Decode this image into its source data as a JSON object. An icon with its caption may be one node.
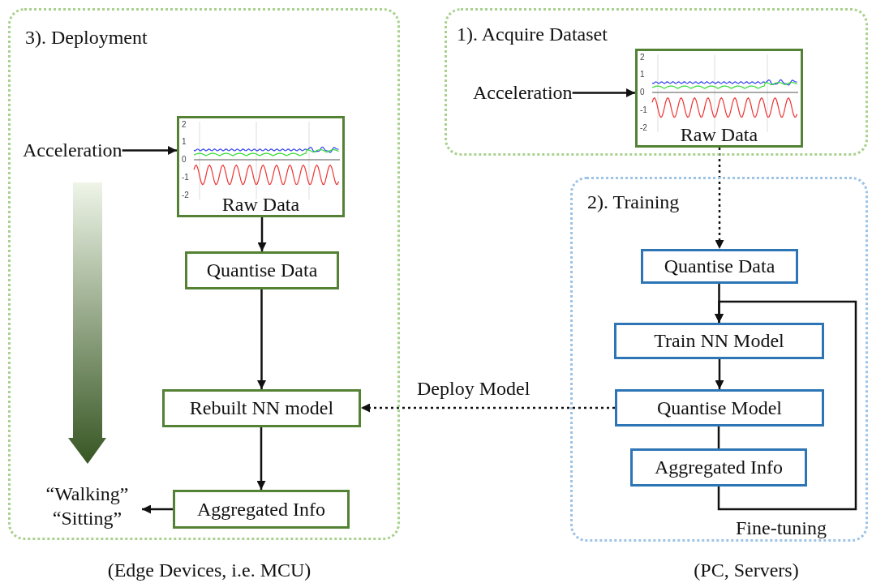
{
  "diagram": {
    "nodes": [
      {
        "text": [
          "3). Deployment"
        ],
        "beside": [
          "(Edge Devices, i.e. MCU)"
        ]
      },
      {
        "text": [
          "Acceleration"
        ],
        "in": 0
      },
      {
        "text": [
          "2",
          "1",
          "0",
          "-1",
          "-2",
          "Raw Data"
        ],
        "in": 0
      },
      {
        "text": [
          "Quantise Data"
        ],
        "in": 0
      },
      {
        "text": [
          "Rebuilt NN model"
        ],
        "in": 0
      },
      {
        "text": [
          "Aggregated Info"
        ],
        "in": 0
      },
      {
        "text": [
          "“Walking” “Sitting”"
        ],
        "in": 0
      },
      {
        "text": [
          "1). Acquire Dataset"
        ]
      },
      {
        "text": [
          "Acceleration"
        ],
        "in": 7
      },
      {
        "text": [
          "2",
          "1",
          "0",
          "-1",
          "-2",
          "Raw Data"
        ],
        "in": 7
      },
      {
        "text": [
          "2). Training"
        ],
        "beside": [
          "(PC, Servers)"
        ]
      },
      {
        "text": [
          "Quantise Data"
        ],
        "in": 10
      },
      {
        "text": [
          "Train NN Model"
        ],
        "in": 10
      },
      {
        "text": [
          "Quantise Model"
        ],
        "in": 10
      },
      {
        "text": [
          "Aggregated Info"
        ],
        "in": 10
      }
    ],
    "edges": [
      {
        "from": 1,
        "to": 2,
        "arrow": "to"
      },
      {
        "from": 2,
        "to": 3,
        "arrow": "to"
      },
      {
        "from": 3,
        "to": 4,
        "arrow": "to"
      },
      {
        "from": 4,
        "to": 5,
        "arrow": "to"
      },
      {
        "from": 5,
        "to": 6,
        "arrow": "to"
      },
      {
        "from": 8,
        "to": 9,
        "arrow": "to"
      },
      {
        "from": 9,
        "to": 11,
        "arrow": "to",
        "style": "dashed"
      },
      {
        "from": 11,
        "to": 12,
        "arrow": "to"
      },
      {
        "from": 12,
        "to": 13,
        "arrow": "to"
      },
      {
        "from": 13,
        "to": 4,
        "arrow": "to",
        "style": "dashed",
        "label": "Deploy Model"
      },
      {
        "from": 13,
        "to": 14,
        "arrow": "none"
      },
      {
        "from": 14,
        "to": 12,
        "arrow": "to",
        "label": "Fine-tuning"
      }
    ]
  }
}
